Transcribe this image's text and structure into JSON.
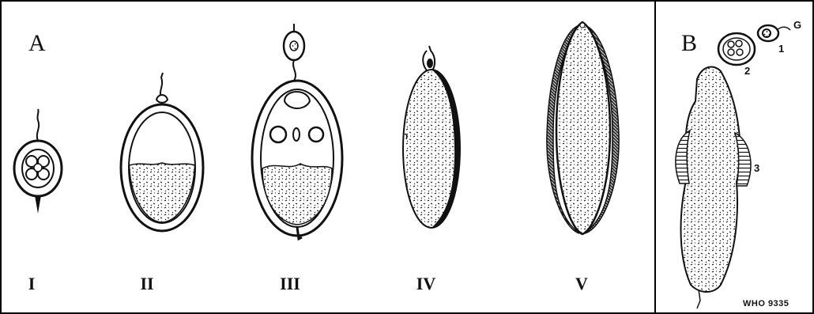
{
  "figure": {
    "panel_a": {
      "letter": "A",
      "stages": [
        {
          "label": "I",
          "icon": "egg-cell-icon"
        },
        {
          "label": "II",
          "icon": "cyst-stage-ii-icon"
        },
        {
          "label": "III",
          "icon": "cyst-stage-iii-icon"
        },
        {
          "label": "IV",
          "icon": "cyst-stage-iv-icon"
        },
        {
          "label": "V",
          "icon": "cyst-stage-v-icon"
        }
      ]
    },
    "panel_b": {
      "letter": "B",
      "labels": {
        "g": "G",
        "one": "1",
        "two": "2",
        "three": "3"
      },
      "code": "WHO 9335"
    },
    "colors": {
      "ink": "#111111",
      "background": "#ffffff",
      "frame": "#000000"
    }
  }
}
